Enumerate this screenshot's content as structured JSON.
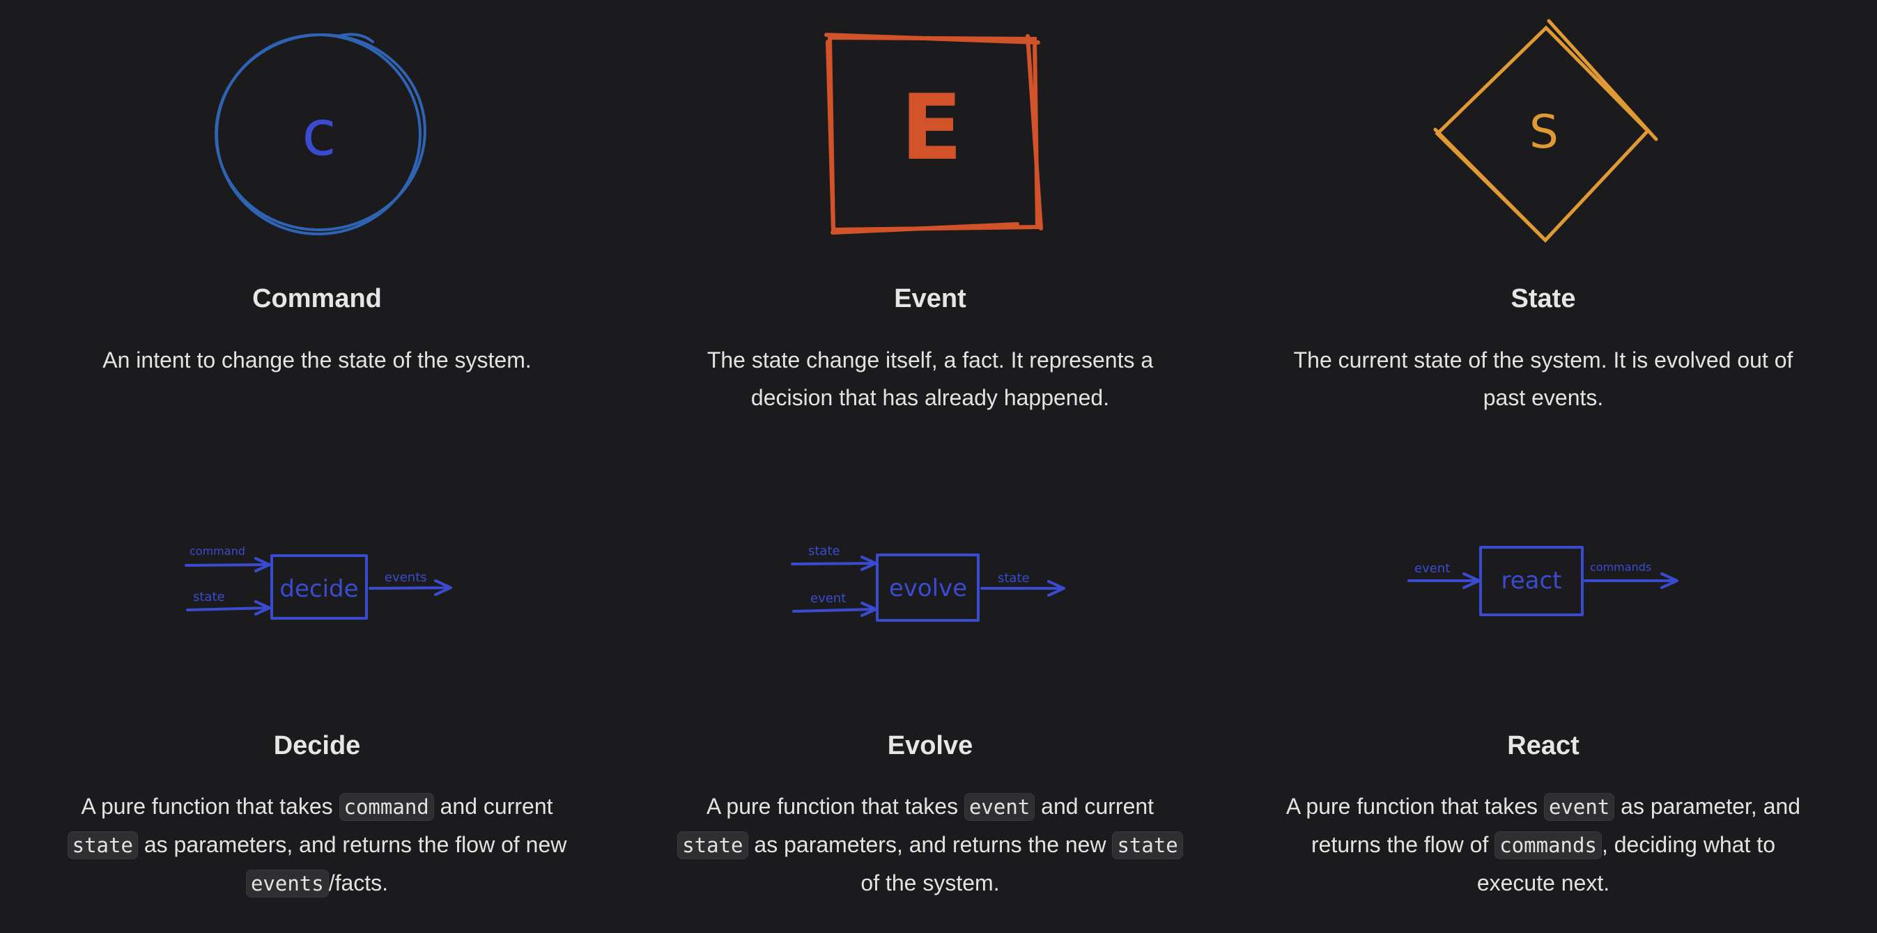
{
  "colors": {
    "background": "#1b1b1d",
    "command_blue": "#2f63b3",
    "event_orange": "#d2522a",
    "state_amber": "#e09a33",
    "function_blue": "#3a4bd0"
  },
  "concepts": [
    {
      "key": "command",
      "title": "Command",
      "glyph": "c",
      "shape": "circle",
      "desc": "An intent to change the state of the system."
    },
    {
      "key": "event",
      "title": "Event",
      "glyph": "E",
      "shape": "square",
      "desc": "The state change itself, a fact. It represents a decision that has already happened."
    },
    {
      "key": "state",
      "title": "State",
      "glyph": "S",
      "shape": "diamond",
      "desc": "The current state of the system. It is evolved out of past events."
    }
  ],
  "functions": [
    {
      "key": "decide",
      "title": "Decide",
      "box_label": "decide",
      "inputs": [
        "command",
        "state"
      ],
      "output": "events",
      "desc": {
        "t1": "A pure function that takes ",
        "c1": "command",
        "t2": " and current ",
        "c2": "state",
        "t3": " as parameters, and returns the flow of new ",
        "c3": "events",
        "t4": "/facts."
      }
    },
    {
      "key": "evolve",
      "title": "Evolve",
      "box_label": "evolve",
      "inputs": [
        "state",
        "event"
      ],
      "output": "state",
      "desc": {
        "t1": "A pure function that takes ",
        "c1": "event",
        "t2": " and current ",
        "c2": "state",
        "t3": " as parameters, and returns the new ",
        "c3": "state",
        "t4": " of the system."
      }
    },
    {
      "key": "react",
      "title": "React",
      "box_label": "react",
      "inputs": [
        "event"
      ],
      "output": "commands",
      "desc": {
        "t1": "A pure function that takes ",
        "c1": "event",
        "t2": " as parameter, and returns the flow of ",
        "c2": "commands",
        "t3": ", deciding what to execute next."
      }
    }
  ]
}
